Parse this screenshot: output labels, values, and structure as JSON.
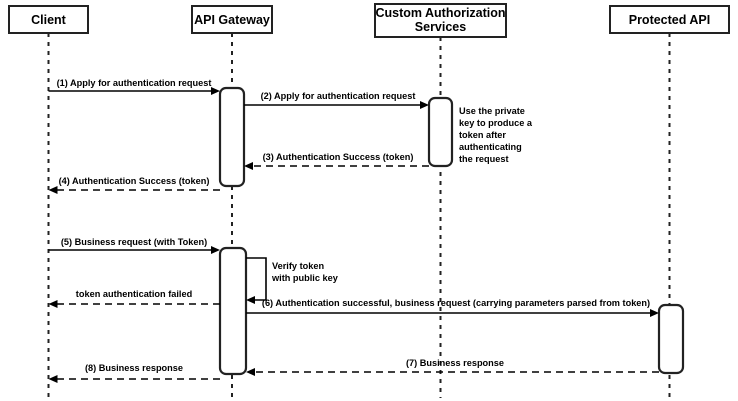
{
  "diagram": {
    "type": "uml-sequence-diagram",
    "title": "",
    "colors": {
      "background": "#ffffff",
      "line": "#222222",
      "text": "#000000",
      "activation_fill": "#ffffff"
    },
    "participants": [
      {
        "id": "client",
        "label": "Client"
      },
      {
        "id": "api-gateway",
        "label": "API Gateway"
      },
      {
        "id": "custom-authorization-services",
        "label": "Custom Authorization Services",
        "line1": "Custom Authorization",
        "line2": "Services"
      },
      {
        "id": "protected-api",
        "label": "Protected API"
      }
    ],
    "messages": [
      {
        "n": "1",
        "label": "(1) Apply for authentication request",
        "from": "client",
        "to": "api-gateway",
        "style": "solid"
      },
      {
        "n": "2",
        "label": "(2) Apply for authentication request",
        "from": "api-gateway",
        "to": "custom-authorization-services",
        "style": "solid"
      },
      {
        "n": "3",
        "label": "(3) Authentication Success (token)",
        "from": "custom-authorization-services",
        "to": "api-gateway",
        "style": "dashed"
      },
      {
        "n": "4",
        "label": "(4) Authentication Success (token)",
        "from": "api-gateway",
        "to": "client",
        "style": "dashed"
      },
      {
        "n": "5",
        "label": "(5) Business request (with Token)",
        "from": "client",
        "to": "api-gateway",
        "style": "solid"
      },
      {
        "n": "self",
        "label": "token authentication failed",
        "from": "api-gateway",
        "to": "client",
        "style": "dashed"
      },
      {
        "n": "6",
        "label": "(6) Authentication successful, business request (carrying parameters parsed from token)",
        "from": "api-gateway",
        "to": "protected-api",
        "style": "solid"
      },
      {
        "n": "7",
        "label": "(7) Business response",
        "from": "protected-api",
        "to": "api-gateway",
        "style": "dashed"
      },
      {
        "n": "8",
        "label": "(8) Business response",
        "from": "api-gateway",
        "to": "client",
        "style": "dashed"
      }
    ],
    "notes": [
      {
        "id": "private-key-note",
        "attached_to": "custom-authorization-services",
        "lines": [
          "Use the private",
          "key to produce a",
          "token after",
          "authenticating",
          "the request"
        ]
      },
      {
        "id": "verify-token-note",
        "attached_to": "api-gateway",
        "lines": [
          "Verify token",
          "with public key"
        ]
      }
    ]
  }
}
